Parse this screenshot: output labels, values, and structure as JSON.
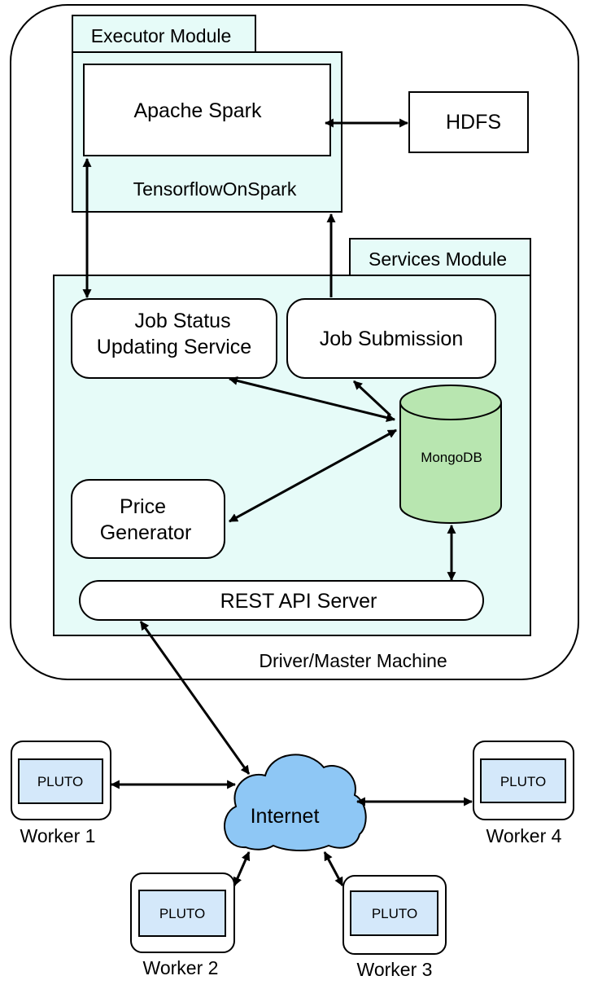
{
  "driver": {
    "label": "Driver/Master Machine"
  },
  "executor_module": {
    "title": "Executor Module",
    "inner_label": "Apache Spark",
    "container_label": "TensorflowOnSpark"
  },
  "hdfs": {
    "label": "HDFS"
  },
  "services_module": {
    "title": "Services Module",
    "job_status": {
      "line1": "Job Status",
      "line2": "Updating Service"
    },
    "job_submission": {
      "label": "Job Submission"
    },
    "mongodb": {
      "label": "MongoDB"
    },
    "price_generator": {
      "line1": "Price",
      "line2": "Generator"
    },
    "rest_api": {
      "label": "REST API Server"
    }
  },
  "internet": {
    "label": "Internet"
  },
  "workers": [
    {
      "device_label": "PLUTO",
      "name": "Worker 1"
    },
    {
      "device_label": "PLUTO",
      "name": "Worker 2"
    },
    {
      "device_label": "PLUTO",
      "name": "Worker 3"
    },
    {
      "device_label": "PLUTO",
      "name": "Worker 4"
    }
  ],
  "colors": {
    "module_fill": "#e6fbf8",
    "mongodb_fill": "#b8e6b0",
    "internet_fill": "#8ec7f5",
    "pluto_fill": "#d4e8fa",
    "stroke": "#000000"
  }
}
